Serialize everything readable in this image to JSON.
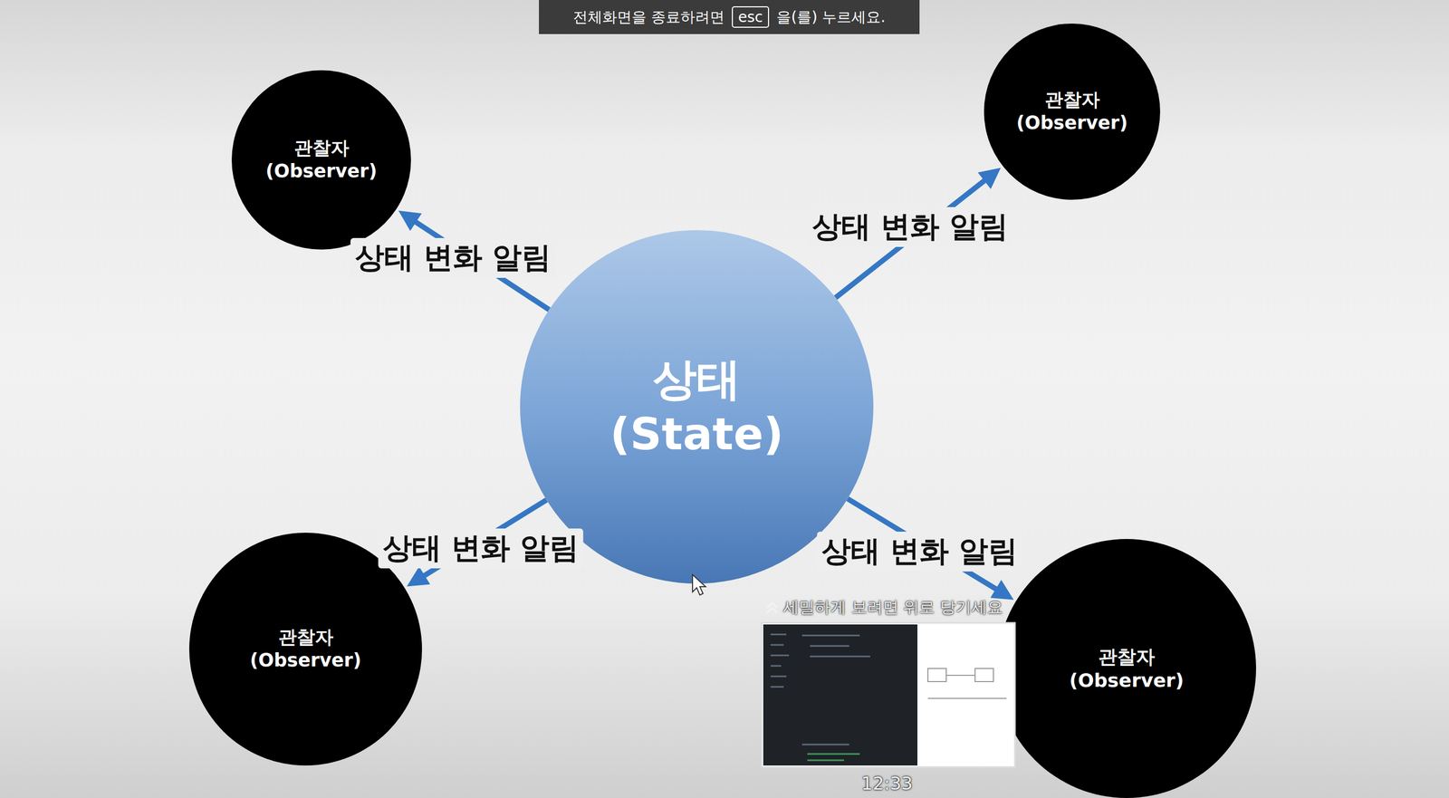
{
  "diagram": {
    "nodes": [
      {
        "text": [
          "관찰자 (Observer)"
        ]
      },
      {
        "text": [
          "관찰자 (Observer)"
        ]
      },
      {
        "text": [
          "상태 (State)"
        ]
      },
      {
        "text": [
          "관찰자 (Observer)"
        ]
      },
      {
        "text": [
          "관찰자 (Observer)"
        ]
      }
    ],
    "edges": [
      {
        "from": 2,
        "to": 0,
        "arrow": "to",
        "label": "상태 변화 알림"
      },
      {
        "from": 2,
        "to": 1,
        "arrow": "to",
        "label": "상태 변화 알림"
      },
      {
        "from": 2,
        "to": 3,
        "arrow": "to",
        "label": "상태 변화 알림"
      },
      {
        "from": 2,
        "to": 4,
        "arrow": "to",
        "label": "상태 변화 알림"
      }
    ],
    "labels": [
      "전체화면을 종료하려면",
      "esc",
      "을(를) 누르세요.",
      "세밀하게 보려면 위로 당기세요",
      "12:33"
    ]
  }
}
